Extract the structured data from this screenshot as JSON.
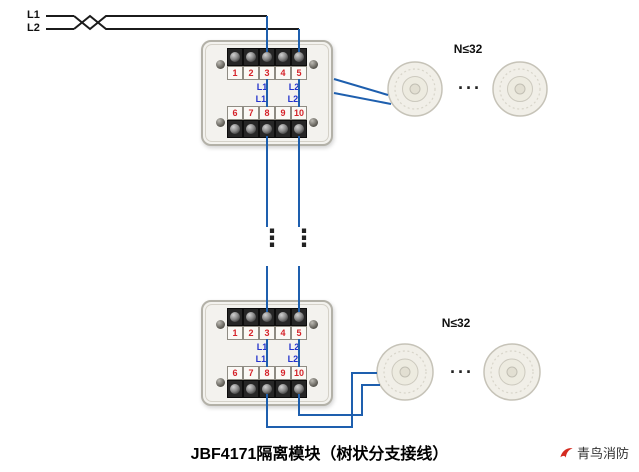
{
  "diagram": {
    "caption": "JBF4171隔离模块（树状分支接线）",
    "trunk_labels": {
      "l1": "L1",
      "l2": "L2"
    },
    "between_modules_ellipsis": "⋮",
    "colors": {
      "wire_trunk_black": "#1b1b1b",
      "wire_branch_blue": "#1e5fae",
      "terminal_number_red": "#d5232a",
      "io_label_blue": "#2433cc",
      "brand_red": "#d42b20"
    }
  },
  "modules": [
    {
      "terminals_top": [
        "1",
        "2",
        "3",
        "4",
        "5"
      ],
      "terminals_bottom": [
        "6",
        "7",
        "8",
        "9",
        "10"
      ],
      "io_labels": {
        "l1": "L1",
        "l2": "L2",
        "l1p": "L1'",
        "l2p": "L2'"
      }
    },
    {
      "terminals_top": [
        "1",
        "2",
        "3",
        "4",
        "5"
      ],
      "terminals_bottom": [
        "6",
        "7",
        "8",
        "9",
        "10"
      ],
      "io_labels": {
        "l1": "L1",
        "l2": "L2",
        "l1p": "L1'",
        "l2p": "L2'"
      }
    }
  ],
  "detector_groups": [
    {
      "count_label": "N≤32",
      "ellipsis": "···"
    },
    {
      "count_label": "N≤32",
      "ellipsis": "···"
    }
  ],
  "footer": {
    "brand": "青鸟消防"
  }
}
